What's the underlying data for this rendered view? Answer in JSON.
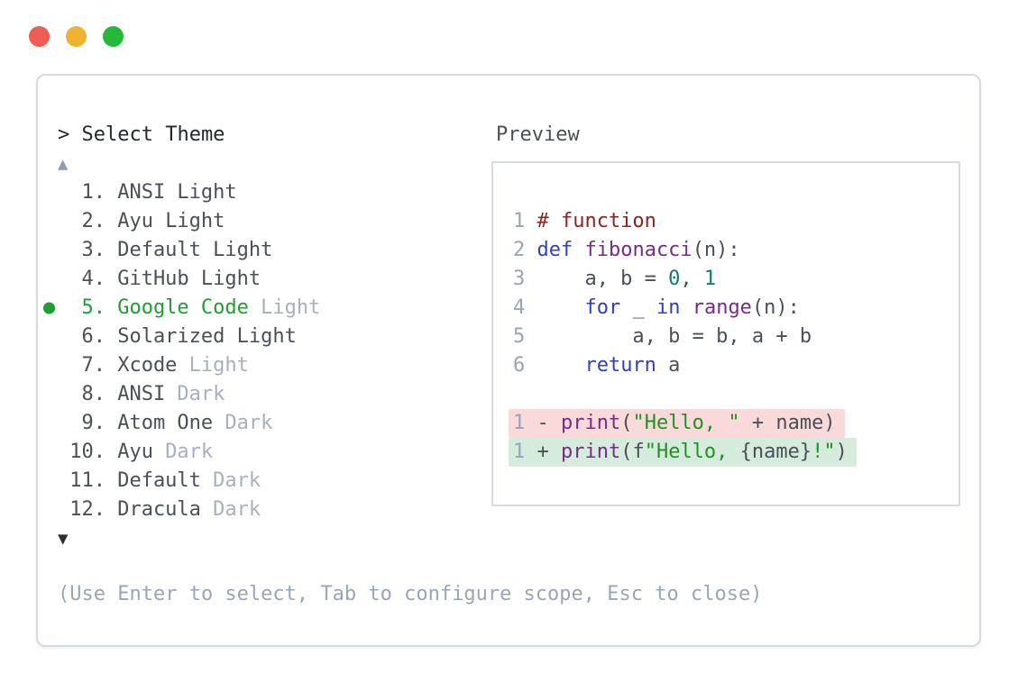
{
  "window": {
    "traffic_lights": [
      {
        "name": "close",
        "color": "#f05c51"
      },
      {
        "name": "minimize",
        "color": "#f1b22f"
      },
      {
        "name": "zoom",
        "color": "#25b93c"
      }
    ]
  },
  "colors": {
    "window_border": "#d6dae1",
    "text_primary": "#24282f",
    "text_item": "#4b4f57",
    "text_muted": "#9aa5b7",
    "text_variant_muted": "#a6b0c1",
    "line_number": "#98a3b5",
    "scroll_up": "#8e9bb1",
    "scroll_down": "#2b2f36",
    "selected_green": "#1e9e33",
    "syntax_comment": "#8f231e",
    "syntax_keyword": "#2f3fbe",
    "syntax_name": "#772c86",
    "syntax_number": "#0f7878",
    "syntax_string": "#219221",
    "syntax_plain": "#4b4f57",
    "diff_removed_bg": "#f9d9d9",
    "diff_added_bg": "#d5ebdc"
  },
  "picker": {
    "prompt": "> Select Theme",
    "scroll_up_icon": "▲",
    "scroll_down_icon": "▼",
    "items": [
      {
        "num": "1.",
        "name": "ANSI",
        "variant": "Light",
        "variant_muted": false,
        "selected": false
      },
      {
        "num": "2.",
        "name": "Ayu",
        "variant": "Light",
        "variant_muted": false,
        "selected": false
      },
      {
        "num": "3.",
        "name": "Default",
        "variant": "Light",
        "variant_muted": false,
        "selected": false
      },
      {
        "num": "4.",
        "name": "GitHub",
        "variant": "Light",
        "variant_muted": false,
        "selected": false
      },
      {
        "num": "5.",
        "name": "Google Code",
        "variant": "Light",
        "variant_muted": true,
        "selected": true
      },
      {
        "num": "6.",
        "name": "Solarized",
        "variant": "Light",
        "variant_muted": false,
        "selected": false
      },
      {
        "num": "7.",
        "name": "Xcode",
        "variant": "Light",
        "variant_muted": true,
        "selected": false
      },
      {
        "num": "8.",
        "name": "ANSI",
        "variant": "Dark",
        "variant_muted": true,
        "selected": false
      },
      {
        "num": "9.",
        "name": "Atom One",
        "variant": "Dark",
        "variant_muted": true,
        "selected": false
      },
      {
        "num": "10.",
        "name": "Ayu",
        "variant": "Dark",
        "variant_muted": true,
        "selected": false
      },
      {
        "num": "11.",
        "name": "Default",
        "variant": "Dark",
        "variant_muted": true,
        "selected": false
      },
      {
        "num": "12.",
        "name": "Dracula",
        "variant": "Dark",
        "variant_muted": true,
        "selected": false
      }
    ],
    "footer_hint": "(Use Enter to select, Tab to configure scope, Esc to close)"
  },
  "preview": {
    "label": "Preview",
    "code_lines": [
      {
        "num": "1",
        "tokens": [
          {
            "t": "# function",
            "c": "comment"
          }
        ]
      },
      {
        "num": "2",
        "tokens": [
          {
            "t": "def",
            "c": "keyword"
          },
          {
            "t": " ",
            "c": "plain"
          },
          {
            "t": "fibonacci",
            "c": "function"
          },
          {
            "t": "(n):",
            "c": "plain"
          }
        ]
      },
      {
        "num": "3",
        "tokens": [
          {
            "t": "    a, b = ",
            "c": "plain"
          },
          {
            "t": "0",
            "c": "number"
          },
          {
            "t": ", ",
            "c": "plain"
          },
          {
            "t": "1",
            "c": "number"
          }
        ]
      },
      {
        "num": "4",
        "tokens": [
          {
            "t": "    ",
            "c": "plain"
          },
          {
            "t": "for",
            "c": "keyword"
          },
          {
            "t": " _ ",
            "c": "plain"
          },
          {
            "t": "in",
            "c": "keyword"
          },
          {
            "t": " ",
            "c": "plain"
          },
          {
            "t": "range",
            "c": "function"
          },
          {
            "t": "(n):",
            "c": "plain"
          }
        ]
      },
      {
        "num": "5",
        "tokens": [
          {
            "t": "        a, b = b, a + b",
            "c": "plain"
          }
        ]
      },
      {
        "num": "6",
        "tokens": [
          {
            "t": "    ",
            "c": "plain"
          },
          {
            "t": "return",
            "c": "keyword"
          },
          {
            "t": " a",
            "c": "plain"
          }
        ]
      }
    ],
    "diff_lines": [
      {
        "num": "1",
        "kind": "removed",
        "tokens": [
          {
            "t": "- ",
            "c": "plain"
          },
          {
            "t": "print",
            "c": "function"
          },
          {
            "t": "(",
            "c": "plain"
          },
          {
            "t": "\"Hello, \"",
            "c": "string"
          },
          {
            "t": " + name)",
            "c": "plain"
          }
        ]
      },
      {
        "num": "1",
        "kind": "added",
        "tokens": [
          {
            "t": "+ ",
            "c": "plain"
          },
          {
            "t": "print",
            "c": "function"
          },
          {
            "t": "(f",
            "c": "plain"
          },
          {
            "t": "\"Hello, ",
            "c": "string"
          },
          {
            "t": "{name}",
            "c": "plain"
          },
          {
            "t": "!\"",
            "c": "string"
          },
          {
            "t": ")",
            "c": "plain"
          }
        ]
      }
    ]
  }
}
